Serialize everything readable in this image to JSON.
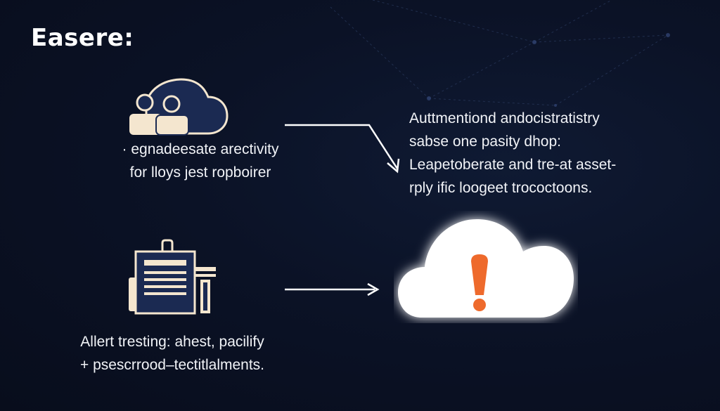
{
  "title": "Easere:",
  "left_top": {
    "line1": "· egnadeesate arectivity",
    "line2": "for lloys jest ropboirer"
  },
  "right": {
    "line1": "Auttmentiond andocistratistry",
    "line2": "sabse one pasity dhop:",
    "line3": "Leapetoberate and tre-at asset-",
    "line4": "rply ific loogeet trococtoons."
  },
  "left_bottom": {
    "line1": "Allert tresting: ahest, pacilify",
    "line2": "+ psescrrood–tectitlalments."
  },
  "colors": {
    "background": "#0b1226",
    "cloud_white": "#ffffff",
    "alert_orange": "#ee6a2c",
    "icon_cream": "#f4e6cf",
    "icon_navy": "#1b2a52"
  },
  "icons": [
    "people-cloud-icon",
    "document-icon",
    "alert-cloud-icon",
    "arrow-icon"
  ]
}
